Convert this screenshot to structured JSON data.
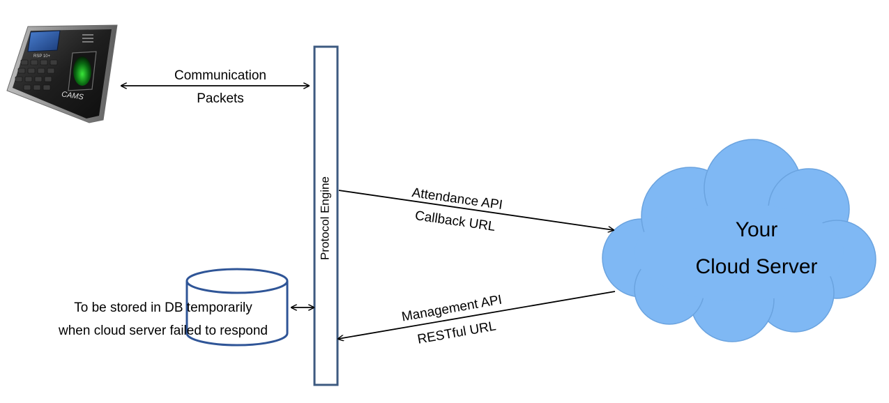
{
  "device": {
    "brand_text": "CAMS",
    "model_text": "RSP 10+"
  },
  "edges": {
    "device_to_engine": {
      "line1": "Communication",
      "line2": "Packets"
    },
    "engine_to_cloud": {
      "line1": "Attendance API",
      "line2": "Callback URL"
    },
    "cloud_to_engine": {
      "line1": "Management API",
      "line2": "RESTful URL"
    },
    "db_to_engine": {
      "line1": "To be stored in DB temporarily",
      "line2": "when cloud server failed to respond"
    }
  },
  "protocol_engine": {
    "label": "Protocol Engine"
  },
  "cloud": {
    "line1": "Your",
    "line2": "Cloud Server"
  },
  "colors": {
    "engine_border": "#3d5a80",
    "db_border": "#2f5597",
    "cloud_fill": "#7fb8f4",
    "arrow": "#000000"
  }
}
